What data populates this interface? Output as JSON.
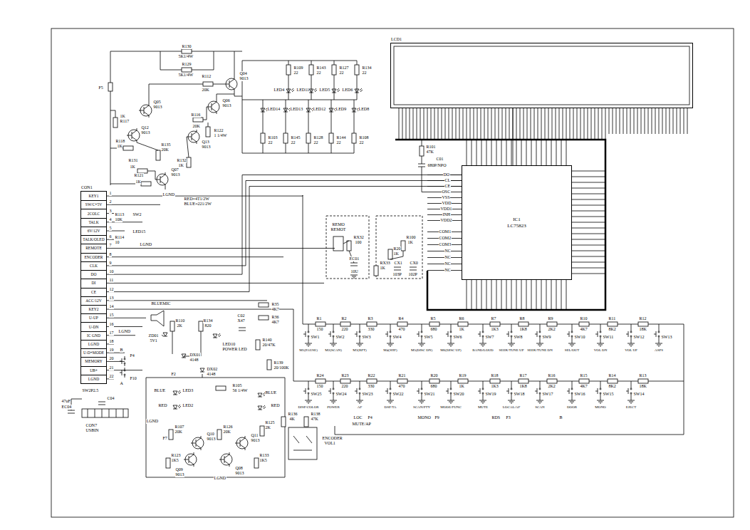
{
  "diagram": {
    "nodes": [
      {
        "text": [
          "LCD1"
        ]
      },
      {
        "text": [
          "IC1",
          "LC75823"
        ]
      },
      {
        "text": [
          "CON1"
        ]
      },
      {
        "text": [
          "KEY1"
        ],
        "in": 2
      },
      {
        "text": [
          "SW/C+5V"
        ],
        "in": 2
      },
      {
        "text": [
          "2COLC"
        ],
        "in": 2
      },
      {
        "text": [
          "TALK"
        ],
        "in": 2
      },
      {
        "text": [
          "6V/12V"
        ],
        "in": 2
      },
      {
        "text": [
          "TALK/OLED"
        ],
        "in": 2
      },
      {
        "text": [
          "REMOTE"
        ],
        "in": 2
      },
      {
        "text": [
          "ENCODER"
        ],
        "in": 2
      },
      {
        "text": [
          "CLK"
        ],
        "in": 2
      },
      {
        "text": [
          "DO"
        ],
        "in": 2
      },
      {
        "text": [
          "DI"
        ],
        "in": 2
      },
      {
        "text": [
          "CE"
        ],
        "in": 2
      },
      {
        "text": [
          "ACC/12V"
        ],
        "in": 2
      },
      {
        "text": [
          "KEY2"
        ],
        "in": 2
      },
      {
        "text": [
          "U-UP"
        ],
        "in": 2
      },
      {
        "text": [
          "U-DN"
        ],
        "in": 2
      },
      {
        "text": [
          "IC GND"
        ],
        "in": 2
      },
      {
        "text": [
          "LGND"
        ],
        "in": 2
      },
      {
        "text": [
          "U-D+MODE"
        ],
        "in": 2
      },
      {
        "text": [
          "MEMORY"
        ],
        "in": 2
      },
      {
        "text": [
          "UB+"
        ],
        "in": 2
      },
      {
        "text": [
          "LGND"
        ],
        "in": 2
      }
    ],
    "edges": [
      {
        "from": 11,
        "to": 1,
        "arrow": "none"
      },
      {
        "from": 12,
        "to": 1,
        "arrow": "none"
      },
      {
        "from": 14,
        "to": 1,
        "arrow": "none"
      },
      {
        "from": 1,
        "to": 0,
        "arrow": "none"
      }
    ],
    "labels": [
      "R130",
      "5K1/4W",
      "R129",
      "5K1/4W",
      "F5",
      "Q05",
      "9013",
      "R112",
      "20K",
      "Q04",
      "9013",
      "Q06",
      "9013",
      "R116",
      "20K",
      "1K",
      "R117",
      "Q12",
      "9013",
      "R122",
      "1 1/4W",
      "R118",
      "1K",
      "R135",
      "20K",
      "Q13",
      "9013",
      "R132",
      "1K",
      "R131",
      "1K",
      "R121",
      "1K",
      "Q07",
      "9013",
      "LGND",
      "RED=4T1/2W",
      "BLUE=221/2W",
      "R109",
      "22",
      "R143",
      "22",
      "R127",
      "22",
      "R134",
      "22",
      "LED4",
      "LED11",
      "LED5",
      "LED6",
      "LED14",
      "LED13",
      "LED12",
      "LED9",
      "LED8",
      "R103",
      "22",
      "R145",
      "22",
      "R128",
      "22",
      "R144",
      "22",
      "R108",
      "22",
      "R101",
      "47K",
      "C01",
      "680P/NPO",
      "DO",
      "CL",
      "CE",
      "OSC",
      "VSS",
      "VDD",
      "VDD1",
      "INH",
      "VDD2",
      "COM1",
      "COM2",
      "COM3",
      "NC",
      "NC",
      "NC",
      "NC",
      "REMO",
      "REMOT",
      "RX32",
      "100",
      "EC01",
      "10U",
      "R100",
      "1K",
      "R20",
      "1K",
      "RX33",
      "1K",
      "CX1",
      "103P",
      "CX0",
      "102P",
      "1",
      "2",
      "3",
      "4",
      "5",
      "6",
      "7",
      "8",
      "9",
      "10",
      "11",
      "12",
      "13",
      "14",
      "15",
      "16",
      "17",
      "18",
      "19",
      "20",
      "21",
      "22",
      "R1",
      "150",
      "R2",
      "220",
      "R3",
      "330",
      "R4",
      "470",
      "R5",
      "680",
      "R6",
      "1K",
      "R7",
      "1K3",
      "R8",
      "1K8",
      "R9",
      "2K2",
      "R10",
      "4K7",
      "R11",
      "8K2",
      "R12",
      "18K",
      "SW1",
      "M1(PAUSE)",
      "SW2",
      "M2(SCAN)",
      "SW3",
      "M3(RPT)",
      "SW4",
      "M4(SHF)",
      "SW5",
      "M5(DISC DN)",
      "SW6",
      "M6(DISC UP)",
      "SW7",
      "BAND/LOUD",
      "SW8",
      "SEEK/TUNE UP",
      "SW9",
      "SEEK/TUNE DN",
      "SW10",
      "SEL/OUT",
      "SW11",
      "VOL DN",
      "SW12",
      "VOL UP",
      "SW13",
      "ASPS",
      "R24",
      "150",
      "R23",
      "220",
      "R22",
      "330",
      "R21",
      "470",
      "R20",
      "680",
      "R19",
      "1K",
      "R18",
      "1K3",
      "R17",
      "1K8",
      "R16",
      "2K2",
      "R15",
      "4K7",
      "R14",
      "8K2",
      "R13",
      "18K",
      "SW25",
      "DISP/COLOR",
      "SW24",
      "POWER",
      "SW23",
      "AF",
      "SW22",
      "DSP/TA",
      "SW21",
      "SCAN/PTY",
      "SW20",
      "MODE/FUNC",
      "SW19",
      "MUTE",
      "SW18",
      "LOCAL/AF",
      "SW17",
      "SCAN",
      "SW16",
      "DOOR",
      "SW15",
      "MONO",
      "SW14",
      "EJECT",
      "LOC",
      "F4",
      "MUTE/AP",
      "MONO",
      "F9",
      "RDS",
      "F3",
      "B",
      "BLUEMIC",
      "ZD01",
      "5V1",
      "R110",
      "2K",
      "R134",
      "820",
      "DX01",
      "4148",
      "DX02",
      "4148",
      "LED10",
      "POWER LED",
      "C02",
      "X47",
      "R35",
      "4K7",
      "R36",
      "4K7",
      "R140",
      "20/47K",
      "R139",
      "20/100K",
      "R136",
      "4K",
      "R138",
      "47K",
      "ENCODER",
      "VOL1",
      "F2",
      "F7",
      "BLUE",
      "LED3",
      "RED",
      "LED2",
      "R107",
      "20K",
      "Q10",
      "9013",
      "Q09",
      "9013",
      "Q08",
      "9013",
      "Q11",
      "9013",
      "R125",
      "2K",
      "R126",
      "20K",
      "R123",
      "1K5",
      "R133",
      "1K5",
      "R105",
      "56 1/4W",
      "BLUE",
      "RED",
      "LGND",
      "LGND",
      "CON7",
      "USBIN",
      "47uF",
      "EC04",
      "C04",
      "SW2P2.5",
      "F4",
      "F10",
      "A",
      "B",
      "LGND",
      "R113",
      "10K",
      "SW2",
      "LED15",
      "R114",
      "10",
      "LGND"
    ]
  }
}
